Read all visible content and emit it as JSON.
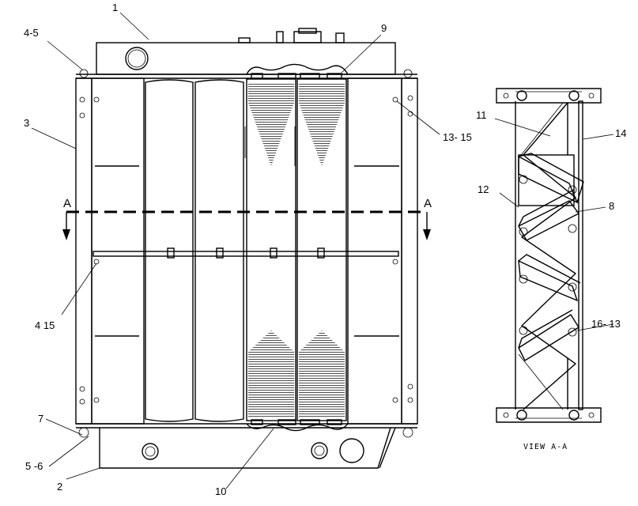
{
  "labels": {
    "p1": "1",
    "p4_5": "4-5",
    "p3": "3",
    "p9": "9",
    "p13_15": "13- 15",
    "p11": "11",
    "p14": "14",
    "p12": "12",
    "p8": "8",
    "p4_15": "4  15",
    "p16_13": "16- 13",
    "p7": "7",
    "p5_6": "5 -6",
    "p2": "2",
    "p10": "10"
  },
  "section_marks": {
    "left": "A",
    "right": "A"
  },
  "view_caption": "VIEW A-A"
}
